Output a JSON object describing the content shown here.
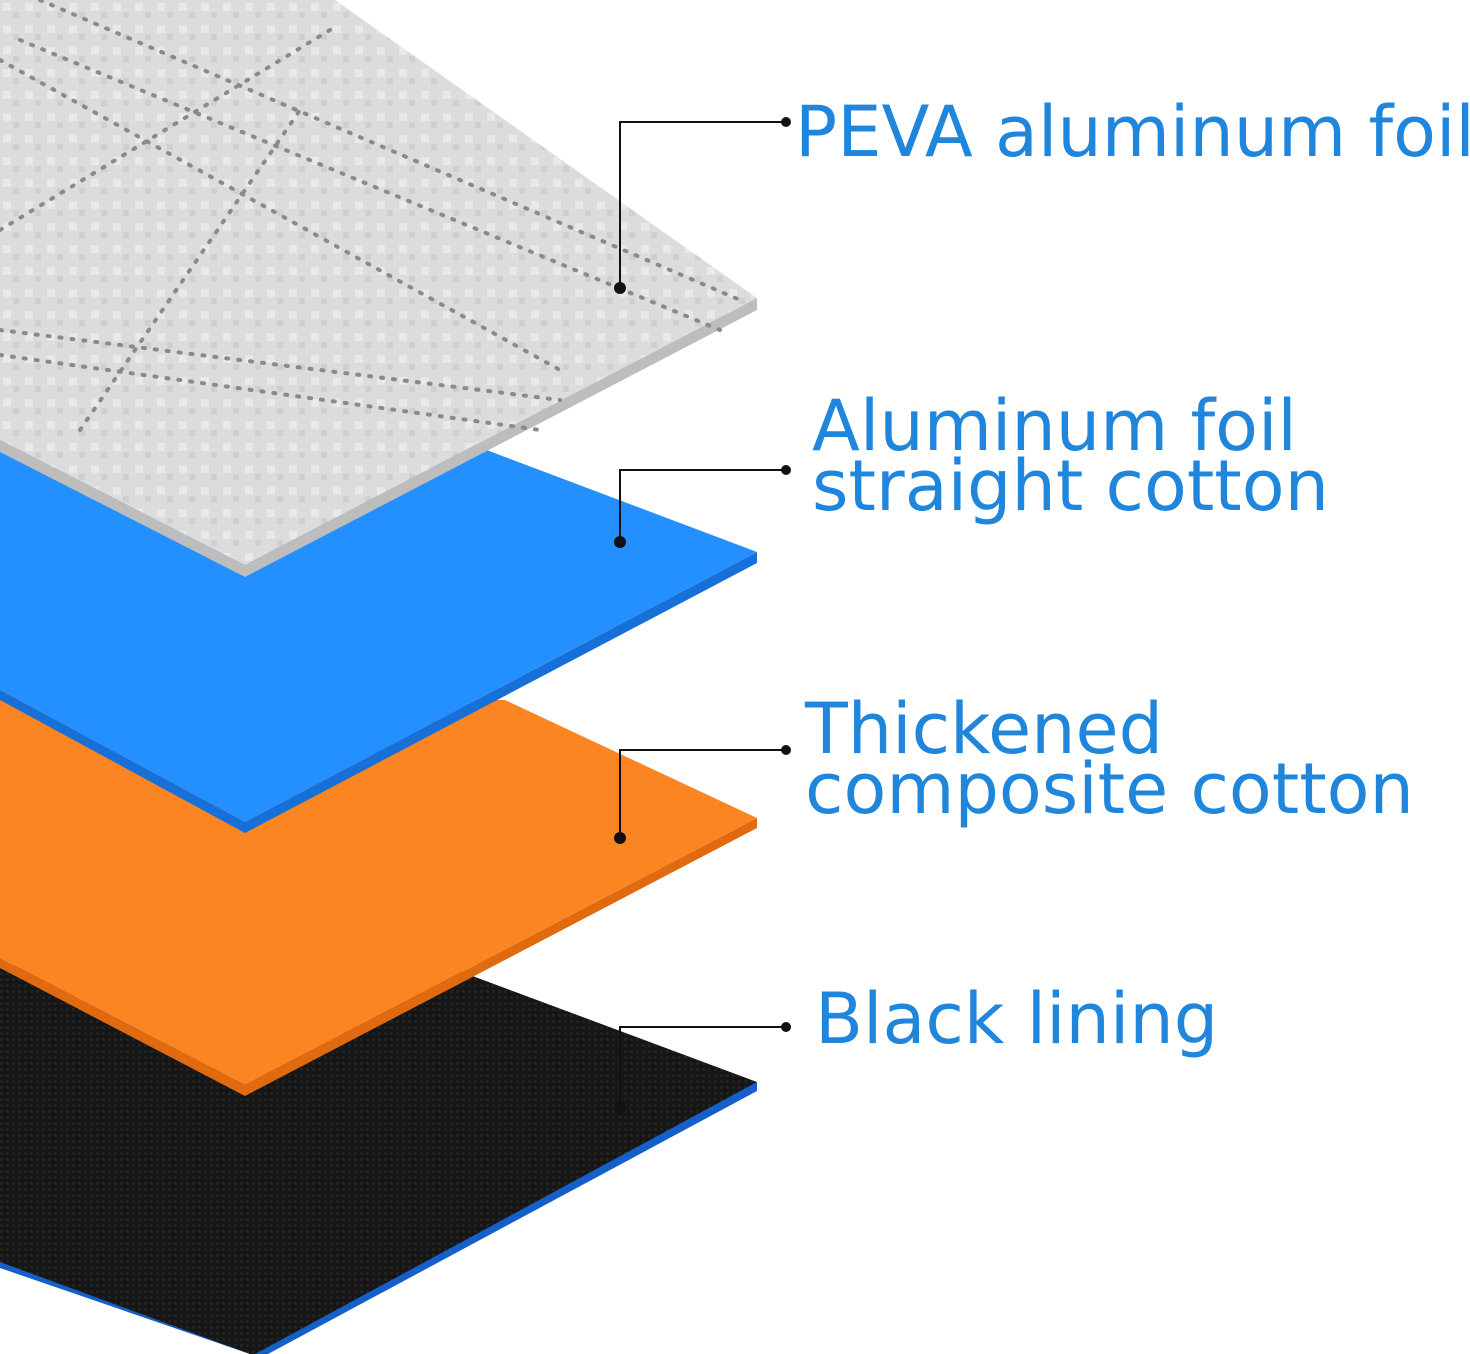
{
  "colors": {
    "label_text": "#1f86dc",
    "leader_line": "#111111",
    "foil_surface": "#dcdcdc",
    "foil_edge": "#bdbdbd",
    "blue_layer": "#2490ff",
    "blue_edge": "#1670d8",
    "orange_layer": "#fb8522",
    "orange_edge": "#e06a10",
    "black_layer": "#151515",
    "black_edge": "#1560c8"
  },
  "layers": [
    {
      "name": "PEVA aluminum foil",
      "lines": [
        "PEVA aluminum foil"
      ]
    },
    {
      "name": "Aluminum foil straight cotton",
      "lines": [
        "Aluminum foil",
        "straight cotton"
      ]
    },
    {
      "name": "Thickened composite cotton",
      "lines": [
        "Thickened",
        "composite cotton"
      ]
    },
    {
      "name": "Black lining",
      "lines": [
        "Black lining"
      ]
    }
  ]
}
